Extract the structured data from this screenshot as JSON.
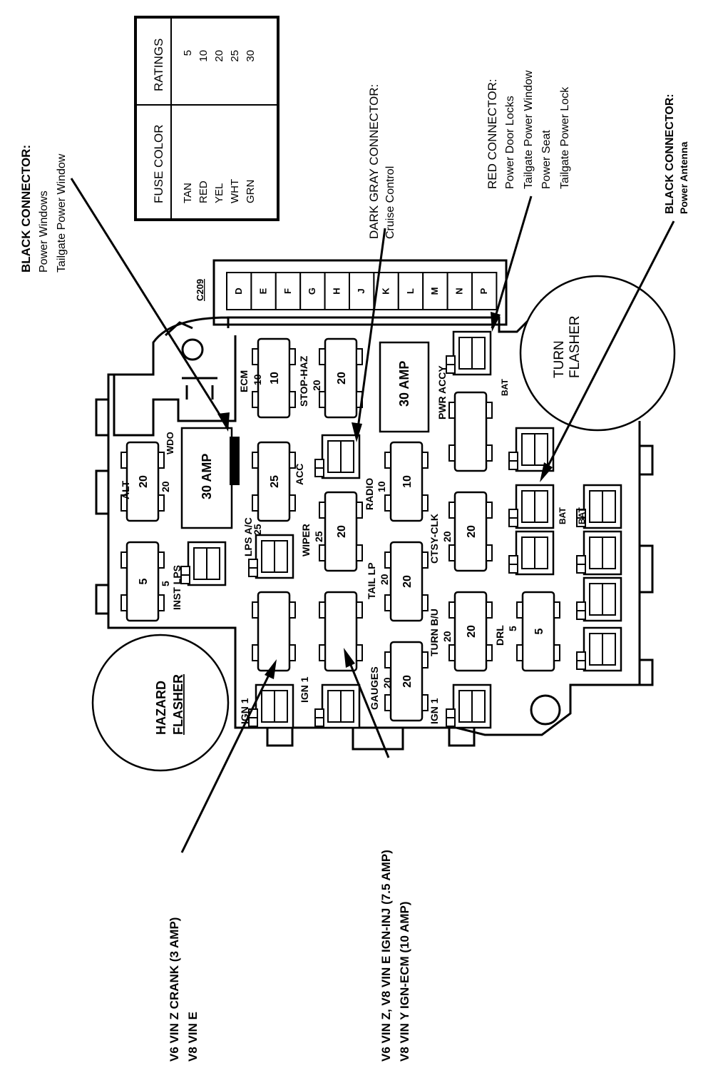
{
  "legend_table": {
    "headers": {
      "color": "FUSE COLOR",
      "rating": "RATINGS"
    },
    "rows": [
      {
        "color": "TAN",
        "rating": "5"
      },
      {
        "color": "RED",
        "rating": "10"
      },
      {
        "color": "YEL",
        "rating": "20"
      },
      {
        "color": "WHT",
        "rating": "25"
      },
      {
        "color": "GRN",
        "rating": "30"
      }
    ]
  },
  "callouts": {
    "black_connector_windows": {
      "title": "BLACK CONNECTOR:",
      "lines": [
        "Power Windows",
        "Tailgate Power Window"
      ]
    },
    "dark_gray_connector": {
      "title": "DARK GRAY CONNECTOR:",
      "lines": [
        "Cruise Control"
      ]
    },
    "red_connector": {
      "title": "RED CONNECTOR:",
      "lines": [
        "Power Door Locks",
        "Tailgate Power Window",
        "Power Seat",
        "Tailgate Power Lock"
      ]
    },
    "black_connector_antenna": {
      "title": "BLACK CONNECTOR:",
      "lines": [
        "Power Antenna"
      ]
    },
    "crank": {
      "lines": [
        "V6 VIN Z CRANK (3 AMP)",
        "V8 VIN E"
      ]
    },
    "ign_inj": {
      "lines": [
        "V6 VIN Z, V8 VIN E IGN-INJ (7.5 AMP)",
        "V8 VIN Y IGN-ECM (10 AMP)"
      ]
    }
  },
  "connector": {
    "id": "C209",
    "pins": [
      "D",
      "E",
      "F",
      "G",
      "H",
      "J",
      "K",
      "L",
      "M",
      "N",
      "P"
    ]
  },
  "flashers": {
    "hazard": [
      "HAZARD",
      "FLASHER"
    ],
    "turn": [
      "TURN",
      "FLASHER"
    ]
  },
  "fuses": {
    "alt": {
      "name": "ALT",
      "rating": "20",
      "fuse": "20"
    },
    "wdo": {
      "name": "WDO",
      "breaker": "30 AMP"
    },
    "inst_lps": {
      "name": "INST LPS",
      "rating": "5",
      "fuse": "5"
    },
    "ecm": {
      "name": "ECM",
      "rating": "10",
      "fuse": "10"
    },
    "lps_ac": {
      "name": "LPS A/C",
      "rating": "25",
      "fuse": "25"
    },
    "stop_haz": {
      "name": "STOP-HAZ",
      "rating": "20",
      "fuse": "20"
    },
    "acc": {
      "name": "ACC"
    },
    "wiper": {
      "name": "WIPER",
      "rating": "25",
      "fuse": "20"
    },
    "pwr_accy": {
      "name": "PWR ACCY",
      "breaker": "30 AMP"
    },
    "radio": {
      "name": "RADIO",
      "rating": "10",
      "fuse": "10"
    },
    "tail_lp": {
      "name": "TAIL LP",
      "rating": "20",
      "fuse": "20"
    },
    "gauges": {
      "name": "GAUGES",
      "rating": "20",
      "fuse": "20"
    },
    "ctsy_clk": {
      "name": "CTSY-CLK",
      "rating": "20",
      "fuse": "20"
    },
    "turn_bu": {
      "name": "TURN B/U",
      "rating": "20",
      "fuse": "20"
    },
    "drl": {
      "name": "DRL",
      "rating": "5",
      "fuse": "5"
    },
    "ign1_a": {
      "name": "IGN 1"
    },
    "ign1_b": {
      "name": "IGN 1"
    },
    "ign1_c": {
      "name": "IGN 1"
    },
    "bat_a": {
      "name": "BAT"
    },
    "bat_b": {
      "name": "BAT"
    },
    "bat_c": {
      "name": "BAT"
    }
  }
}
